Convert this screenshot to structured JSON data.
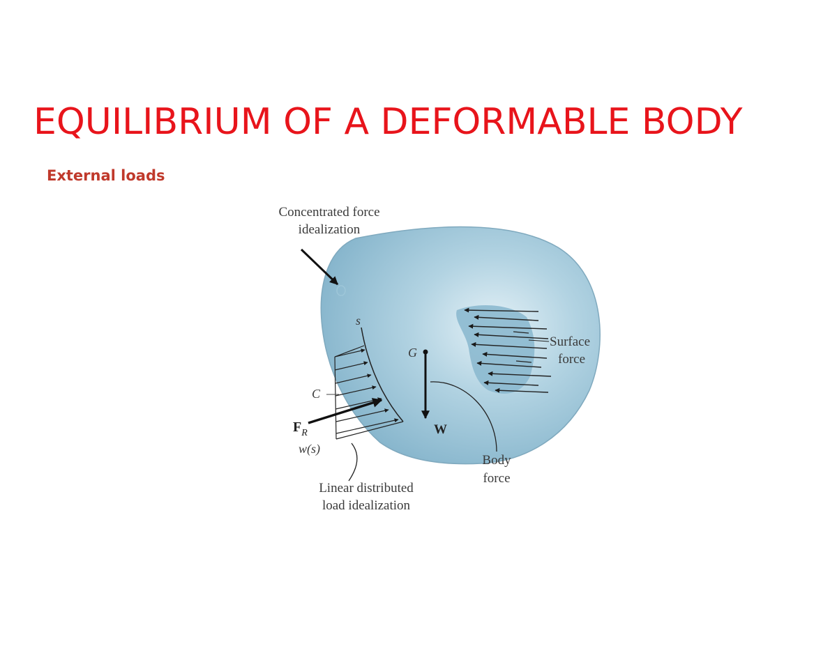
{
  "title": "EQUILIBRIUM OF A DEFORMABLE BODY",
  "subtitle": "External loads",
  "diagram": {
    "labels": {
      "concentrated_line1": "Concentrated force",
      "concentrated_line2": "idealization",
      "s": "s",
      "G": "G",
      "C": "C",
      "FR_main": "F",
      "FR_sub": "R",
      "W": "W",
      "ws": "w(s)",
      "surface_line1": "Surface",
      "surface_line2": "force",
      "body_line1": "Body",
      "body_line2": "force",
      "linear_line1": "Linear distributed",
      "linear_line2": "load idealization"
    }
  }
}
